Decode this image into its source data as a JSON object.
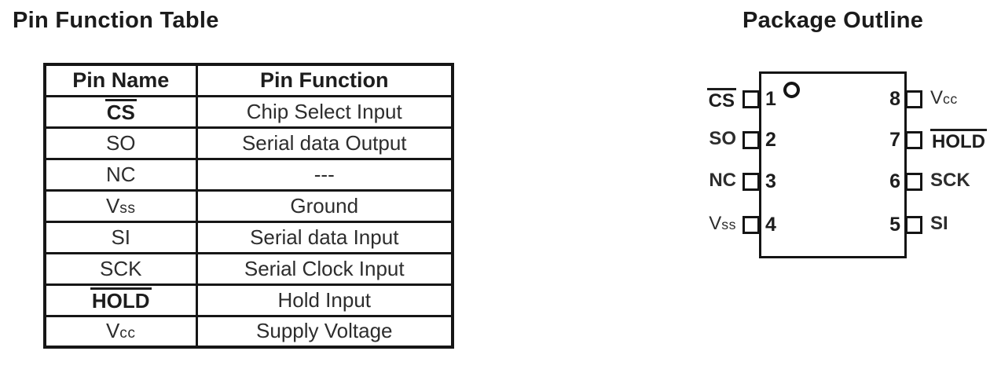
{
  "titles": {
    "table": "Pin Function Table",
    "package": "Package Outline"
  },
  "colors": {
    "background": "#ffffff",
    "text": "#262626",
    "line": "#161616"
  },
  "pin_table": {
    "headers": [
      "Pin Name",
      "Pin Function"
    ],
    "rows": [
      {
        "name": "CS",
        "style": "overline-bold",
        "function": "Chip Select Input"
      },
      {
        "name": "SO",
        "style": "plain",
        "function": "Serial data Output"
      },
      {
        "name": "NC",
        "style": "plain",
        "function": "---"
      },
      {
        "name": "Vss",
        "style": "v-small",
        "function": "Ground"
      },
      {
        "name": "SI",
        "style": "plain",
        "function": "Serial data Input"
      },
      {
        "name": "SCK",
        "style": "plain",
        "function": "Serial Clock Input"
      },
      {
        "name": "HOLD",
        "style": "overline-bold",
        "function": "Hold Input"
      },
      {
        "name": "Vcc",
        "style": "v-small",
        "function": "Supply Voltage"
      }
    ]
  },
  "package": {
    "left_pins": [
      {
        "number": "1",
        "label": "CS",
        "style": "overline-bold"
      },
      {
        "number": "2",
        "label": "SO",
        "style": "bold"
      },
      {
        "number": "3",
        "label": "NC",
        "style": "bold"
      },
      {
        "number": "4",
        "label": "Vss",
        "style": "v-small"
      }
    ],
    "right_pins": [
      {
        "number": "8",
        "label": "Vcc",
        "style": "v-small"
      },
      {
        "number": "7",
        "label": "HOLD",
        "style": "overline-bold"
      },
      {
        "number": "6",
        "label": "SCK",
        "style": "bold"
      },
      {
        "number": "5",
        "label": "SI",
        "style": "bold"
      }
    ]
  }
}
